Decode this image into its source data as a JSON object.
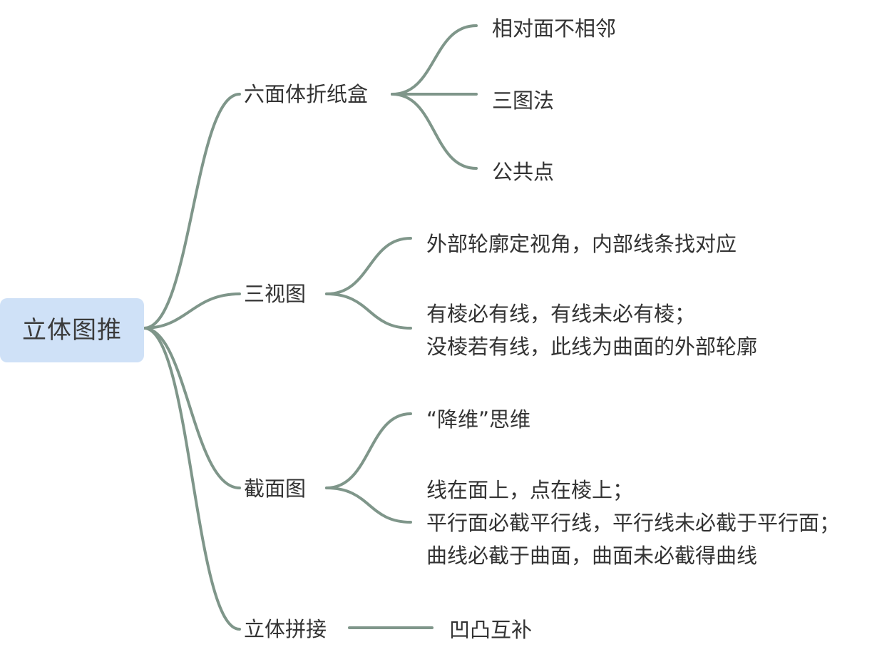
{
  "colors": {
    "connector": "#7f968a",
    "root_bg": "#cfe1f7",
    "text": "#333333"
  },
  "root": {
    "label": "立体图推"
  },
  "branches": [
    {
      "label": "六面体折纸盒",
      "leaves": [
        {
          "lines": [
            "相对面不相邻"
          ]
        },
        {
          "lines": [
            "三图法"
          ]
        },
        {
          "lines": [
            "公共点"
          ]
        }
      ]
    },
    {
      "label": "三视图",
      "leaves": [
        {
          "lines": [
            "外部轮廓定视角，内部线条找对应"
          ]
        },
        {
          "lines": [
            "有棱必有线，有线未必有棱；",
            "没棱若有线，此线为曲面的外部轮廓"
          ]
        }
      ]
    },
    {
      "label": "截面图",
      "leaves": [
        {
          "lines": [
            "“降维”思维"
          ]
        },
        {
          "lines": [
            "线在面上，点在棱上；",
            "平行面必截平行线，平行线未必截于平行面；",
            "曲线必截于曲面，曲面未必截得曲线"
          ]
        }
      ]
    },
    {
      "label": "立体拼接",
      "leaves": [
        {
          "lines": [
            "凹凸互补"
          ]
        }
      ]
    }
  ]
}
